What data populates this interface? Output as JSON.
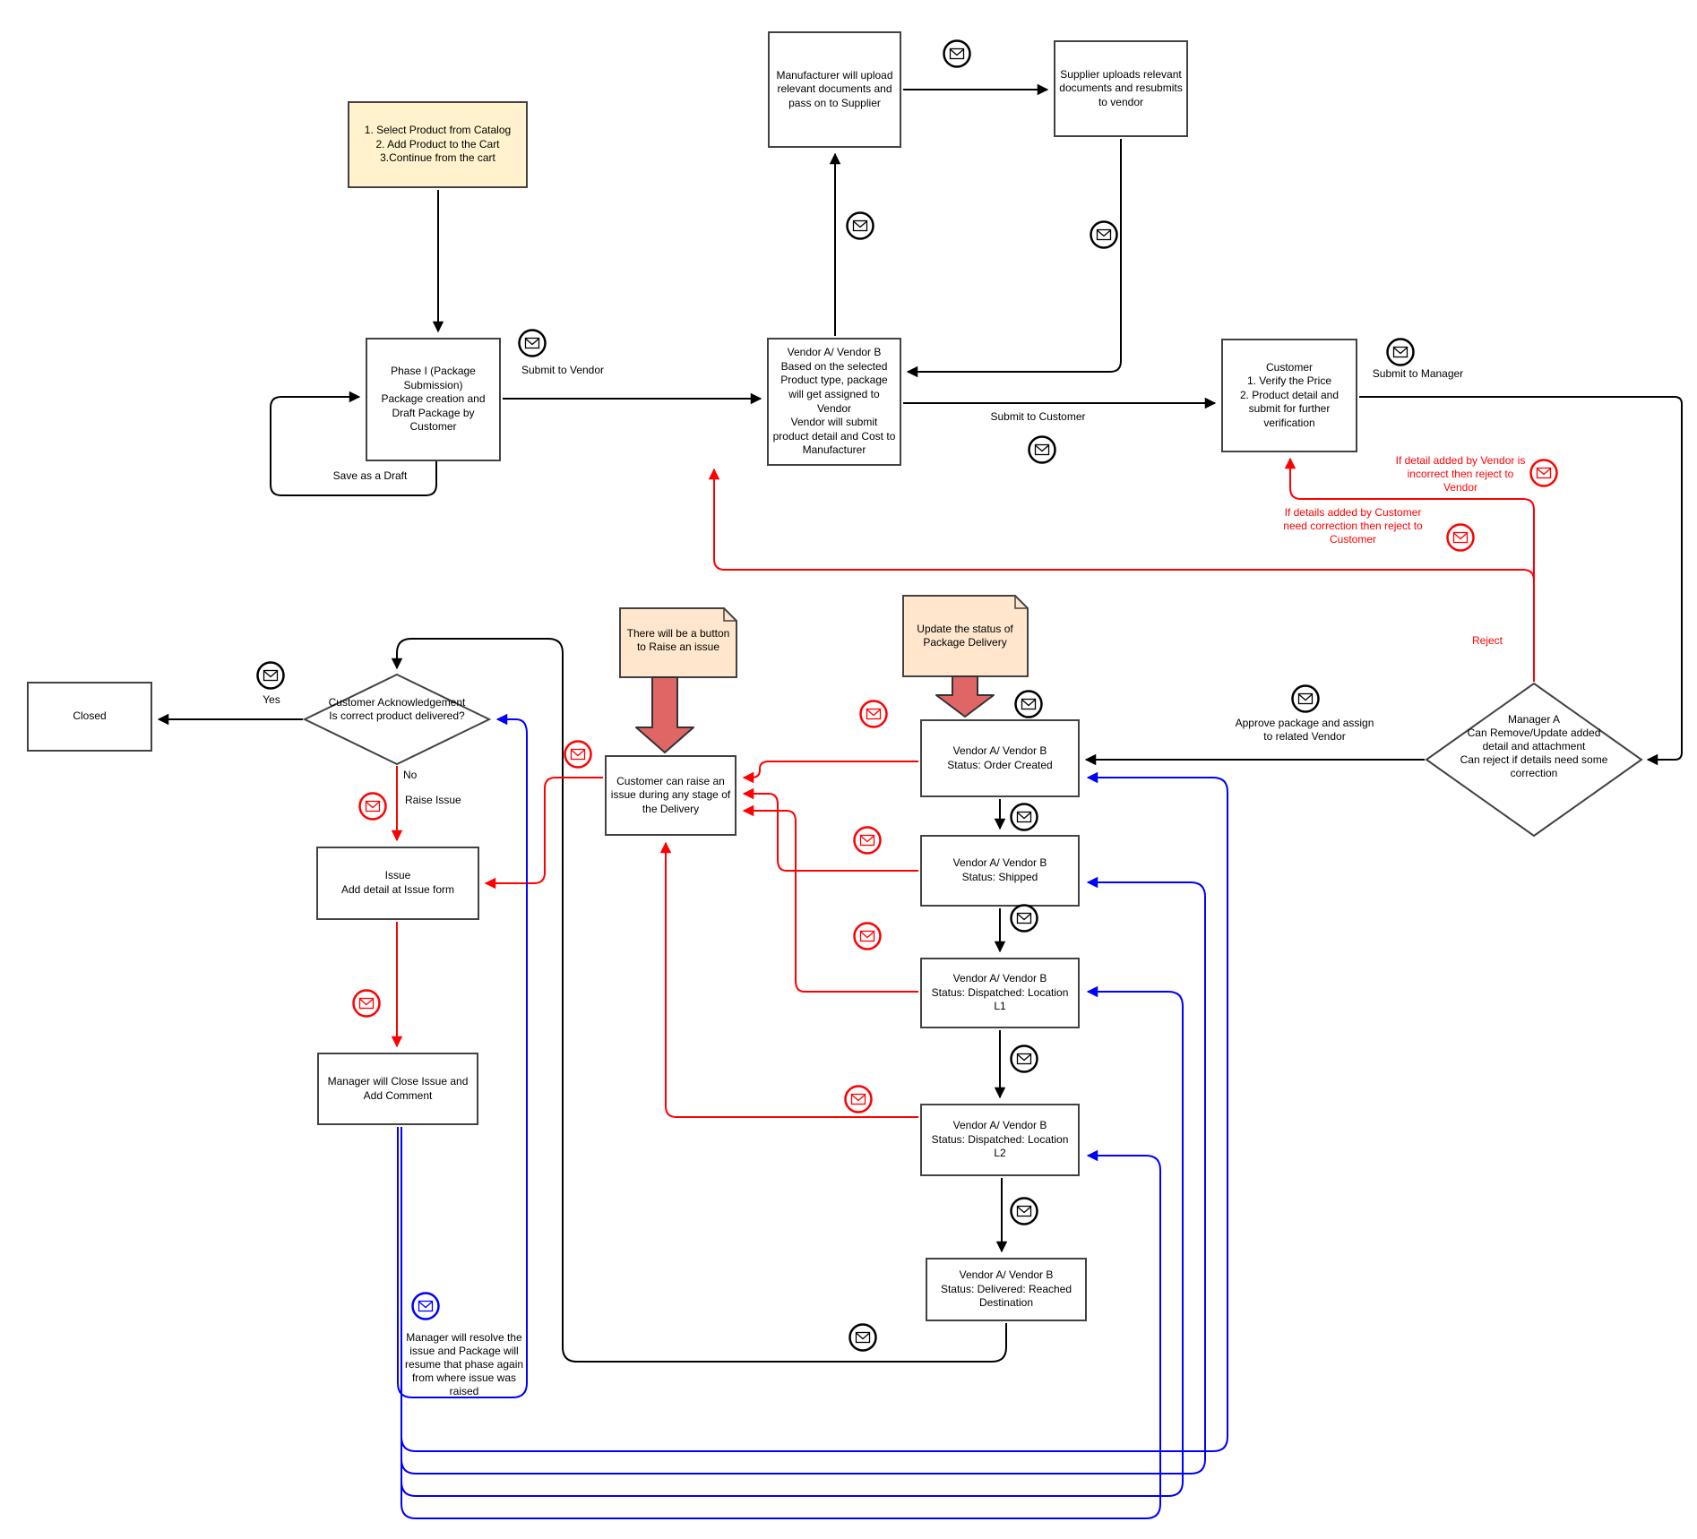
{
  "colors": {
    "flow_line": "#000000",
    "reject_line": "#FF0000",
    "resume_line": "#0000FF",
    "note_fill": "#FFE6CC",
    "checklist_fill": "#FFF2CC",
    "fat_arrow_fill": "#E06666",
    "shape_border": "#424242"
  },
  "icons": {
    "message": "envelope-in-circle"
  },
  "nodes": {
    "select_note": "1. Select Product from Catalog\n2. Add Product to the Cart\n3.Continue from the cart",
    "manufacturer": "Manufacturer will upload relevant documents and pass on to Supplier",
    "supplier": "Supplier uploads relevant documents and resubmits to vendor",
    "phase1": "Phase I (Package Submission)\nPackage creation and Draft Package by Customer",
    "vendor_main": "Vendor A/ Vendor B\nBased on the selected Product type, package will get assigned to Vendor\nVendor will submit product detail and Cost to Manufacturer",
    "customer_verify": "Customer\n1. Verify the Price\n2. Product detail and submit for further verification",
    "manager_diamond": "Manager A\nCan Remove/Update added detail and attachment\nCan reject if details need some correction",
    "ack_diamond": "Customer Acknowledgement\nIs correct product delivered?",
    "order_created": "Vendor A/ Vendor B\nStatus: Order Created",
    "shipped": "Vendor A/ Vendor B\nStatus: Shipped",
    "dispatched_l1": "Vendor A/ Vendor B\nStatus: Dispatched: Location L1",
    "dispatched_l2": "Vendor A/ Vendor B\nStatus: Dispatched: Location L2",
    "delivered": "Vendor A/ Vendor B\nStatus: Delivered: Reached Destination",
    "customer_raise": "Customer can raise an issue during any stage of the Delivery",
    "closed": "Closed",
    "issue": "Issue\nAdd detail at Issue form",
    "manager_close": "Manager will Close Issue and Add Comment",
    "note_raise_button": "There will be a button to Raise an issue",
    "note_update_status": "Update the status of Package Delivery",
    "resolve_note": "Manager will resolve the issue and Package will resume that phase again from where issue was raised"
  },
  "labels": {
    "submit_vendor": "Submit to Vendor",
    "submit_customer": "Submit to Customer",
    "submit_manager": "Submit to Manager",
    "approve_assign": "Approve package and assign to related Vendor",
    "save_draft": "Save as a Draft",
    "yes": "Yes",
    "no": "No",
    "raise_issue": "Raise Issue",
    "reject": "Reject",
    "reject_vendor": "If detail added by Vendor is incorrect then reject to Vendor",
    "reject_customer": "If details added by Customer need correction then reject to Customer"
  }
}
